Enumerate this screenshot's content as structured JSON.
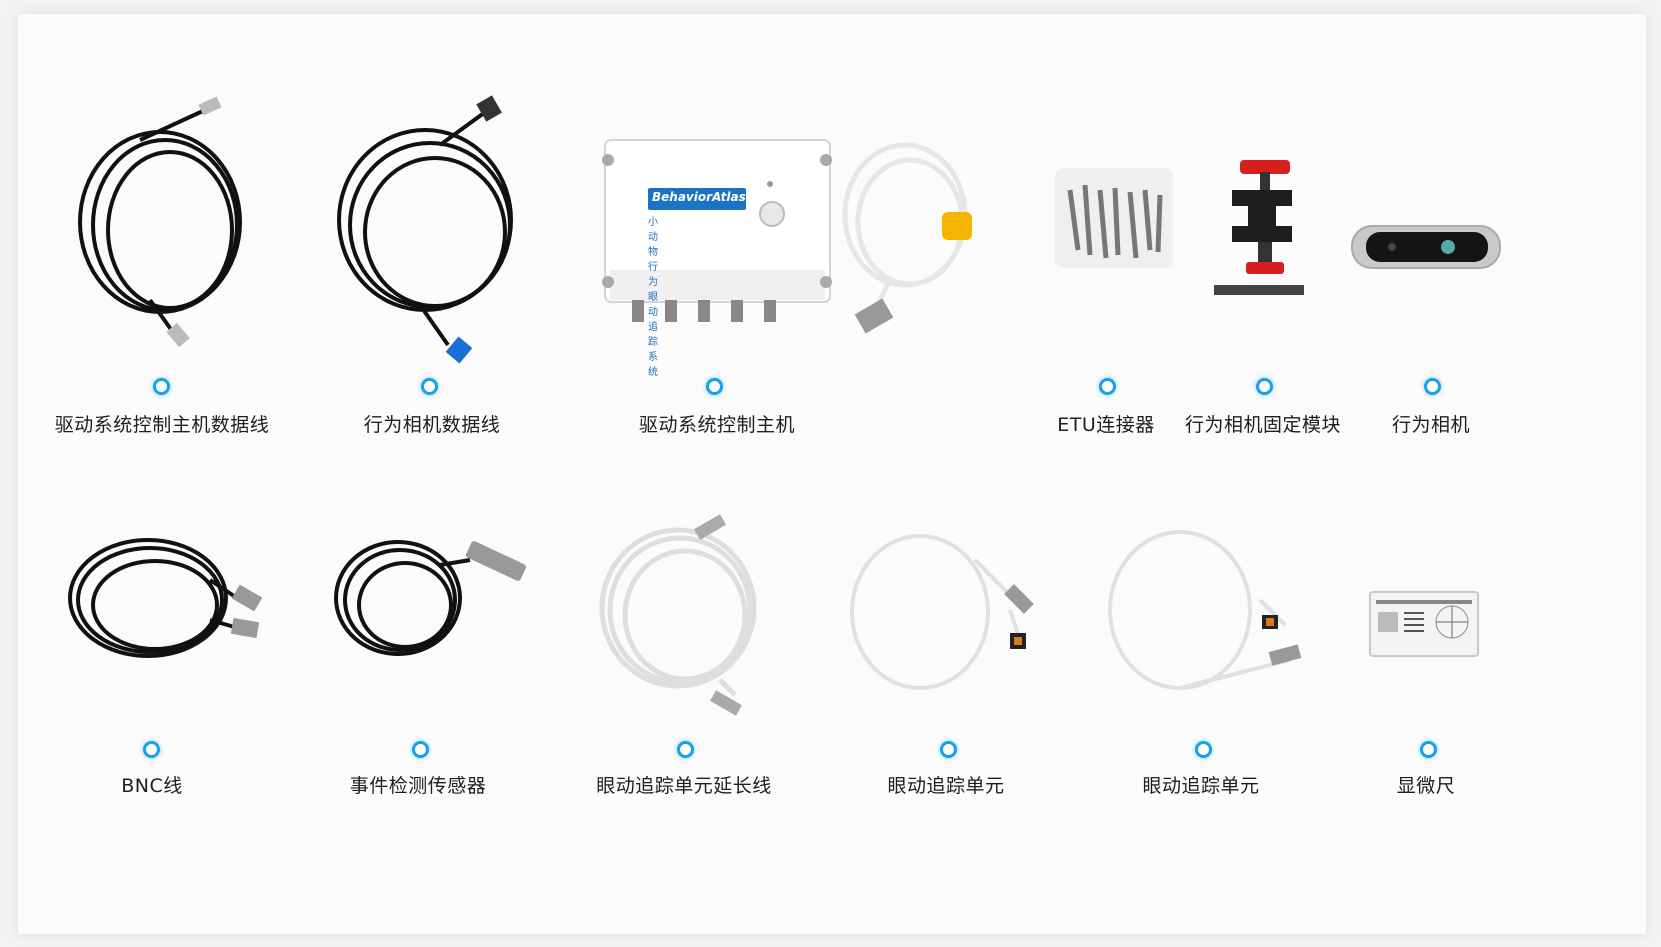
{
  "brand": {
    "logo_text": "BehaviorAtlas",
    "device_subtitle": "小动物行为眼动追踪系统"
  },
  "accent_color": "#1aa0e6",
  "items": [
    {
      "label": "驱动系统控制主机数据线"
    },
    {
      "label": "行为相机数据线"
    },
    {
      "label": "驱动系统控制主机"
    },
    {
      "label": "ETU连接器"
    },
    {
      "label": "行为相机固定模块"
    },
    {
      "label": "行为相机"
    },
    {
      "label": "BNC线"
    },
    {
      "label": "事件检测传感器"
    },
    {
      "label": "眼动追踪单元延长线"
    },
    {
      "label": "眼动追踪单元"
    },
    {
      "label": "眼动追踪单元"
    },
    {
      "label": "显微尺"
    }
  ]
}
